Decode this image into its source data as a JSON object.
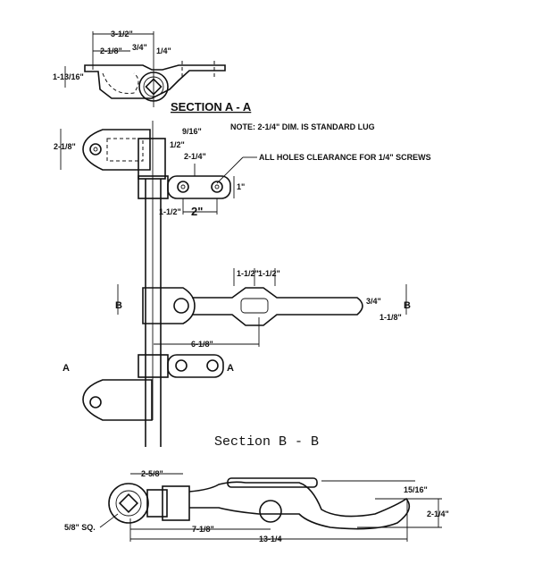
{
  "section_aa": {
    "title": "SECTION A - A",
    "dims": {
      "overall": "3-1/2\"",
      "offset": "2-1/8\"",
      "small": "3/4\"",
      "edge": "1/4\"",
      "height": "1-13/16\""
    }
  },
  "plan_view": {
    "note": "NOTE: 2-1/4\" DIM. IS STANDARD LUG",
    "holes_note": "ALL HOLES CLEARANCE FOR 1/4\" SCREWS",
    "dims": {
      "lug_height": "2-1/8\"",
      "top": "9/16\"",
      "half": "1/2\"",
      "lug": "2-1/4\"",
      "lug_side": "1\"",
      "rod": "1-1/2\"",
      "hole_spacing": "2\""
    },
    "middle_dims": {
      "left": "1-1/2\"",
      "right": "1-1/2\"",
      "width": "3/4\"",
      "depth": "1-1/8\"",
      "reach": "6-1/8\""
    },
    "section_marks": {
      "b": "B",
      "a": "A"
    }
  },
  "section_bb": {
    "title": "Section B - B",
    "dims": {
      "hub": "2-5/8\"",
      "clearance": "15/16\"",
      "height": "2-1/4\"",
      "square": "5/8\" SQ.",
      "pivot": "7-1/8\"",
      "overall": "13-1/4"
    }
  }
}
